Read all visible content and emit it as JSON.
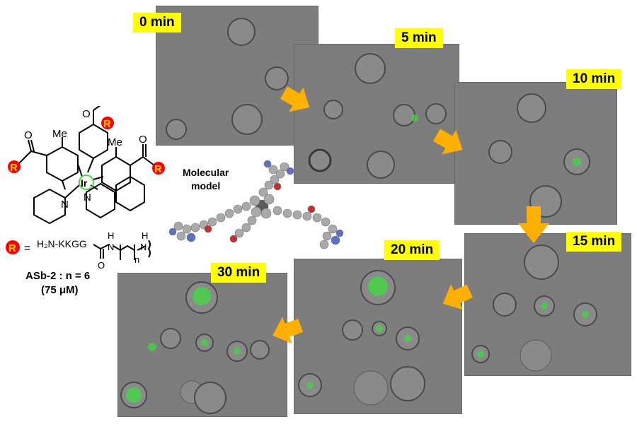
{
  "time_labels": {
    "t0": "0 min",
    "t5": "5 min",
    "t10": "10 min",
    "t15": "15 min",
    "t20": "20 min",
    "t30": "30 min"
  },
  "model_label": {
    "line1": "Molecular",
    "line2": "model"
  },
  "structure": {
    "substituent_symbol": "R",
    "metal_symbol": "Ir",
    "nitrogen_symbol": "N",
    "methyl_label": "Me",
    "oxygen_symbol": "O",
    "r_definition_equals": "=",
    "r_definition": "H₂N-KKGG",
    "amine_label": "H",
    "n_label": "n",
    "compound_name": "ASb-2 : n = 6",
    "concentration": "(75 μM)"
  },
  "colors": {
    "label_bg": "#ffff00",
    "arrow": "#ffb000",
    "fluorescence": "#3ddc3d",
    "r_circle": "#ff0000",
    "r_letter": "#ffd700",
    "ir_circle": "#44dd44"
  }
}
